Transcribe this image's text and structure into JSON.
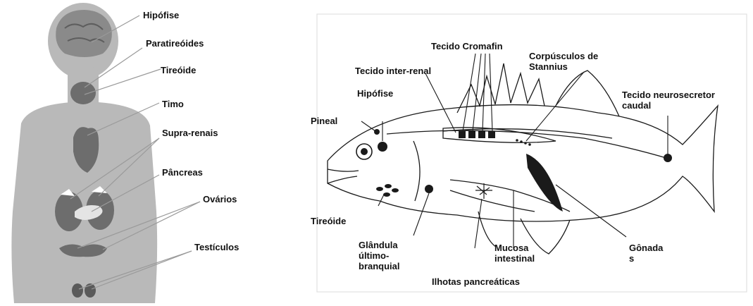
{
  "human_labels": {
    "hipofise": "Hipófise",
    "paratireoides": "Paratireóides",
    "tireoide": "Tireóide",
    "timo": "Timo",
    "suprarenais": "Supra-renais",
    "pancreas": "Pâncreas",
    "ovarios": "Ovários",
    "testiculos": "Testículos"
  },
  "fish_labels": {
    "tecido_cromafin": "Tecido Cromafin",
    "corpusculos": "Corpúsculos de\nStannius",
    "tecido_inter_renal": "Tecido inter-renal",
    "hipofise": "Hipófise",
    "pineal": "Pineal",
    "tecido_neurosecretor": "Tecido neurosecretor\ncaudal",
    "tireoide": "Tireóide",
    "glandula": "Glândula\núltimo-\nbranquial",
    "mucosa": "Mucosa\nintestinal",
    "gonadas": "Gônada\ns",
    "ilhotas": "Ilhotas pancreáticas"
  },
  "colors": {
    "body": "#b9b9b9",
    "organ": "#6d6d6d",
    "brain": "#8a8a8a",
    "line": "#1a1a1a"
  }
}
